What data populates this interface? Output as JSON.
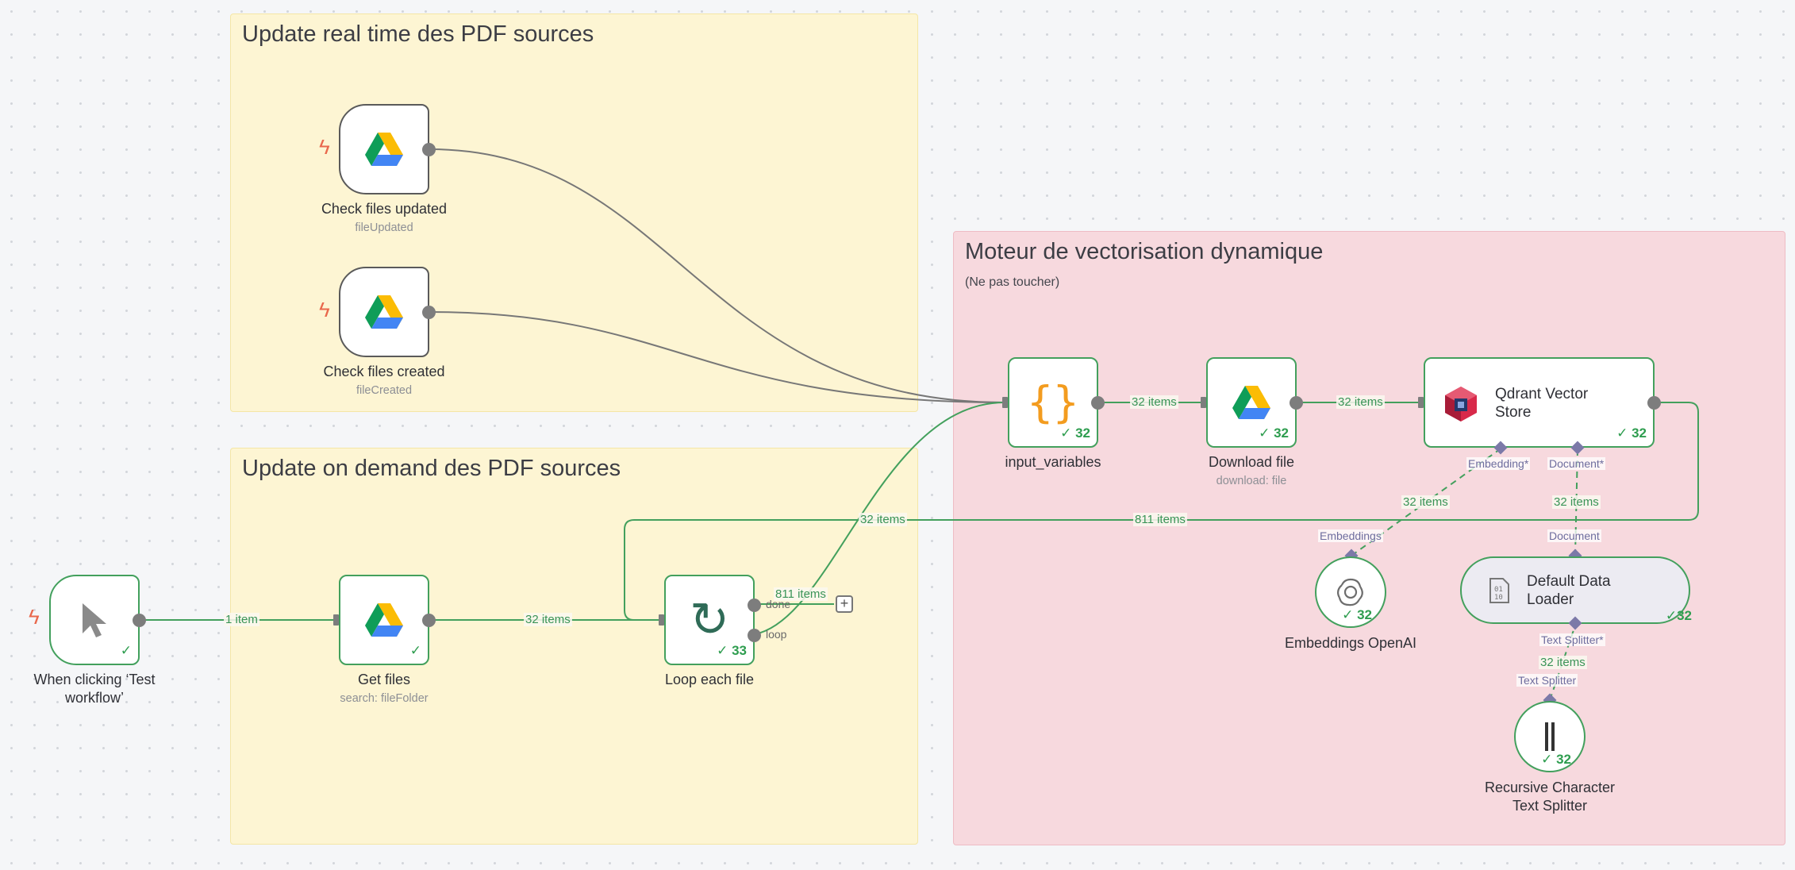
{
  "stickies": {
    "realtime": {
      "title": "Update real time des PDF sources",
      "color": "#fdf5d3"
    },
    "ondemand": {
      "title": "Update on demand des PDF sources",
      "color": "#fdf5d3"
    },
    "engine": {
      "title": "Moteur de vectorisation dynamique",
      "subtitle": "(Ne pas toucher)",
      "color": "#f7d9de"
    }
  },
  "nodes": {
    "check_updated": {
      "label": "Check files updated",
      "sub": "fileUpdated",
      "icon": "google-drive-icon"
    },
    "check_created": {
      "label": "Check files created",
      "sub": "fileCreated",
      "icon": "google-drive-icon"
    },
    "manual_trigger": {
      "label": "When clicking ‘Test workflow’",
      "icon": "cursor-icon"
    },
    "get_files": {
      "label": "Get files",
      "sub": "search: fileFolder",
      "icon": "google-drive-icon"
    },
    "loop": {
      "label": "Loop each file",
      "count": "33",
      "icon": "sync-icon",
      "outputs": {
        "done": "done",
        "loop": "loop"
      }
    },
    "input_variables": {
      "label": "input_variables",
      "count": "32",
      "icon": "curly-braces-icon"
    },
    "download": {
      "label": "Download file",
      "sub": "download: file",
      "count": "32",
      "icon": "google-drive-icon"
    },
    "qdrant": {
      "label": "Qdrant Vector Store",
      "count": "32",
      "icon": "qdrant-icon",
      "ports": {
        "embedding": "Embedding*",
        "document": "Document*"
      }
    },
    "embeddings": {
      "label": "Embeddings OpenAI",
      "count": "32",
      "icon": "openai-icon",
      "port": "Embeddings"
    },
    "loader": {
      "label": "Default Data Loader",
      "count": "32",
      "icon": "document-binary-icon",
      "port_in": "Document",
      "port_out": "Text Splitter*"
    },
    "splitter": {
      "label": "Recursive Character Text Splitter",
      "count": "32",
      "icon": "text-splitter-icon",
      "port": "Text Splitter"
    }
  },
  "edges": {
    "trigger_to_get": "1 item",
    "get_to_loop": "32 items",
    "loop_to_input": "32 items",
    "input_to_download": "32 items",
    "download_to_qdrant": "32 items",
    "qdrant_back_to_loop": "811 items",
    "loop_done": "811 items",
    "emb_to_qdrant": "32 items",
    "loader_to_qdrant": "32 items",
    "splitter_to_loader": "32 items"
  },
  "colors": {
    "success": "#43a05d",
    "trigger": "#e9684c",
    "ai_port": "#7c79a8",
    "idle_connection": "#777777"
  }
}
